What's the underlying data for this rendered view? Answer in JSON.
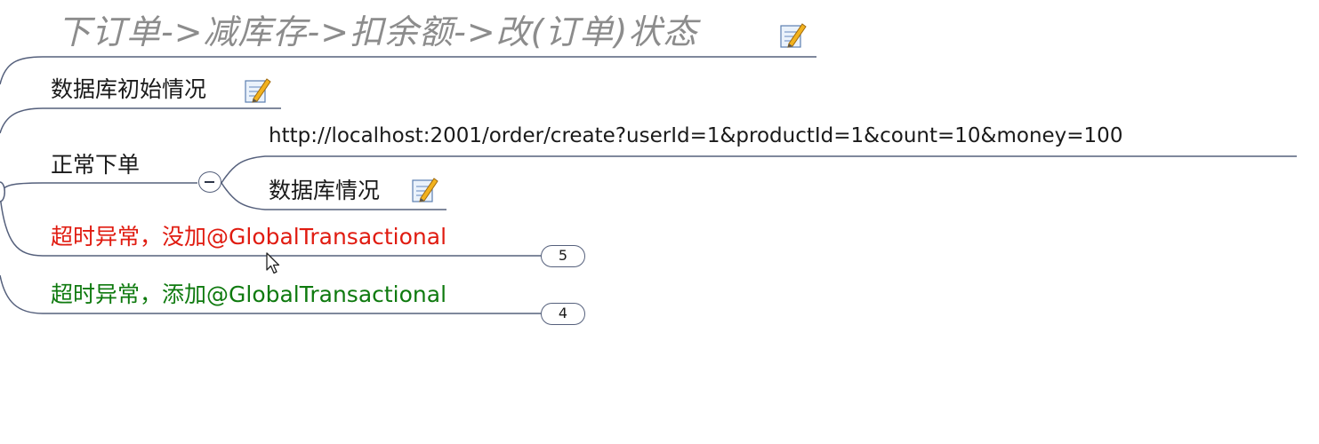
{
  "title": "下订单->减库存->扣余额->改(订单)状态",
  "topics": [
    {
      "label": "数据库初始情况"
    },
    {
      "label": "正常下单",
      "children": [
        {
          "label": "http://localhost:2001/order/create?userId=1&productId=1&count=10&money=100"
        },
        {
          "label": "数据库情况"
        }
      ]
    },
    {
      "label": "超时异常，没加@GlobalTransactional",
      "color": "#e01b10",
      "badge": "5"
    },
    {
      "label": "超时异常，添加@GlobalTransactional",
      "color": "#0f7a0f",
      "badge": "4"
    }
  ],
  "line_color": "#55607c",
  "icons": {
    "note": "note-edit-icon",
    "collapse": "collapse-minus-icon",
    "cursor": "mouse-pointer-icon"
  }
}
